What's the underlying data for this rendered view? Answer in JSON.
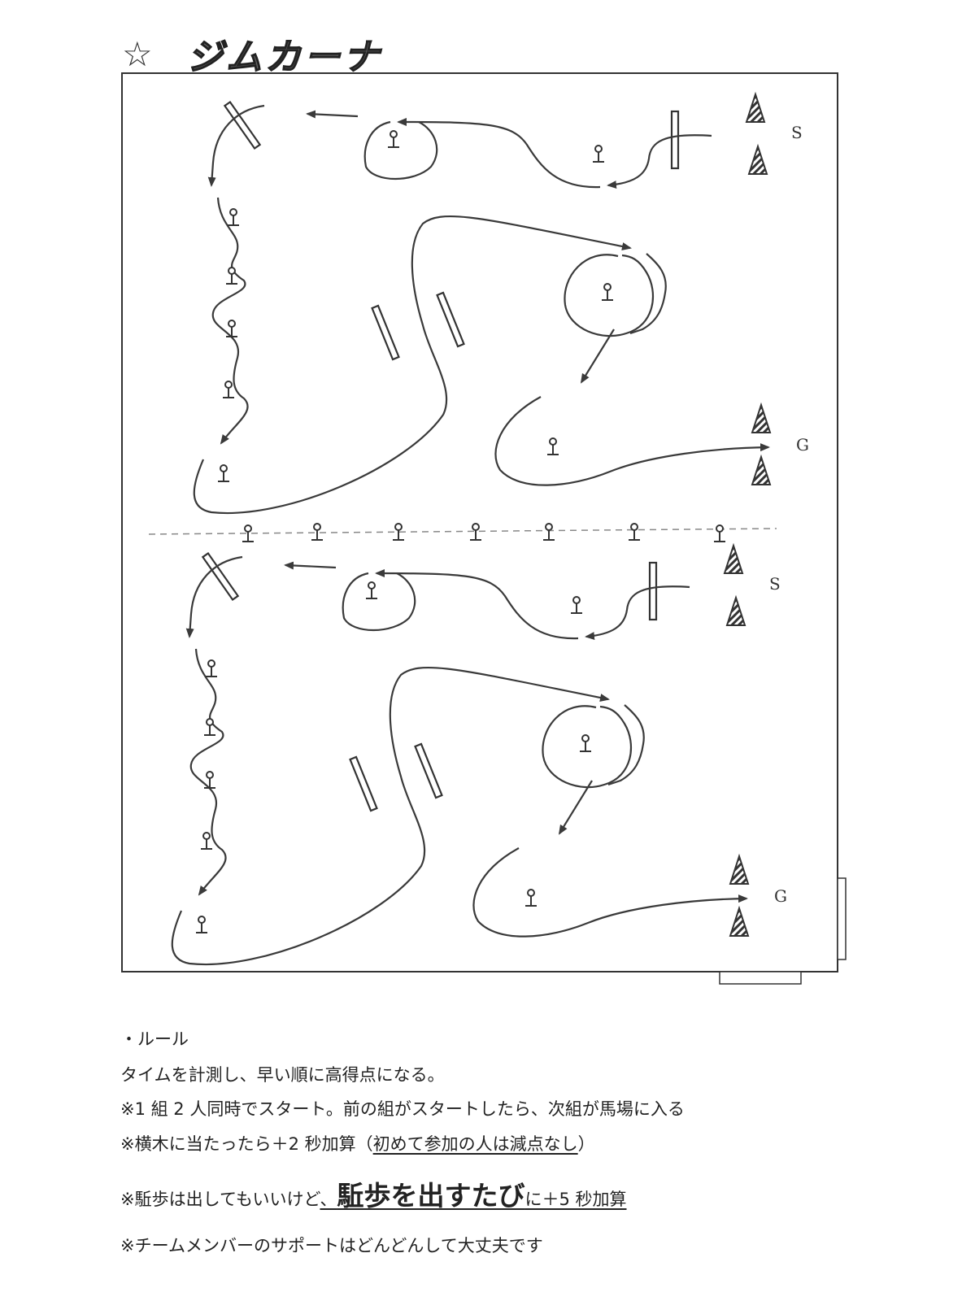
{
  "header": {
    "star": "☆",
    "title": "ジムカーナ"
  },
  "course": {
    "upper": {
      "start_label": "S",
      "goal_label": "G"
    },
    "lower": {
      "start_label": "S",
      "goal_label": "G"
    },
    "colors": {
      "line": "#3a3a3a",
      "cone": "#333333"
    }
  },
  "rules": {
    "heading": "・ルール",
    "line1": "タイムを計測し、早い順に高得点になる。",
    "line2": "※1 組 2 人同時でスタート。前の組がスタートしたら、次組が馬場に入る",
    "line3_prefix": "※横木に当たったら＋2 秒加算（",
    "line3_underlined": "初めて参加の人は減点なし",
    "line3_suffix": "）",
    "line4_prefix": "※駈歩は出してもいいけど",
    "line4_underlined_comma": "、",
    "line4_big": "駈歩を出すたび",
    "line4_suffix": "に＋5 秒加算",
    "line5": "※チームメンバーのサポートはどんどんして大丈夫です"
  }
}
